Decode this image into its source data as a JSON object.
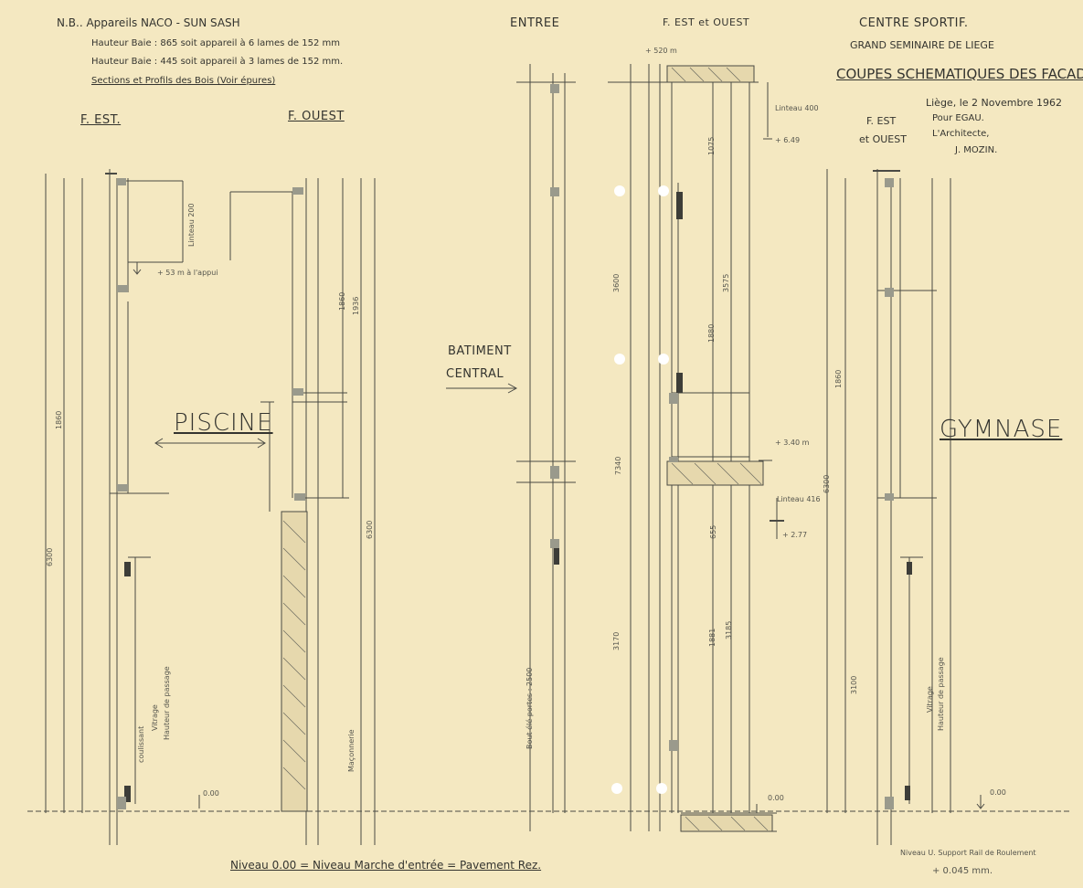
{
  "notes": {
    "nb_title": "N.B.. Appareils NACO - SUN SASH",
    "line1": "Hauteur Baie : 865 soit appareil à 6 lames de 152 mm",
    "line2": "Hauteur Baie : 445 soit appareil à 3 lames de 152 mm.",
    "line3": "Sections et Profils des Bois (Voir épures)"
  },
  "title_block": {
    "project_line1": "CENTRE SPORTIF.",
    "project_line2": "GRAND SEMINAIRE DE LIEGE",
    "drawing_title": "COUPES SCHEMATIQUES DES FACADES",
    "date": "Liège, le 2 Novembre 1962",
    "for": "Pour EGAU.",
    "role": "L'Architecte,",
    "architect": "J. MOZIN."
  },
  "section_headings": {
    "f_est": "F. EST.",
    "f_ouest": "F. OUEST",
    "entree": "ENTREE",
    "f_est_ouest_center": "F. EST et OUEST",
    "f_est_ouest_right_1": "F. EST",
    "f_est_ouest_right_2": "et OUEST"
  },
  "rooms": {
    "piscine": "PISCINE",
    "gymnase": "GYMNASE",
    "batiment_1": "BATIMENT",
    "batiment_2": "CENTRAL"
  },
  "levels": {
    "plus_520": "+ 520 m",
    "plus_649": "+ 6.49",
    "plus_340": "+ 3.40 m",
    "plus_277": "+ 2.77",
    "plus_53": "+ 53 m à l'appui",
    "zero_center": "0.00",
    "zero_right": "0.00",
    "zero_left": "0.00"
  },
  "dimensions": {
    "d6300_left": "6300",
    "d6300_ouest": "6300",
    "d6300_right": "6300",
    "d7340": "7340",
    "d3600": "3600",
    "d3170": "3170",
    "d3100": "3100",
    "d1860": "1860",
    "d1936": "1936",
    "d1075": "1075",
    "d3575": "3575",
    "d1880": "1880",
    "d655": "655",
    "d1881": "1881",
    "d3185": "3185",
    "d1860_left": "1860",
    "d1860_right": "1860",
    "d2500": "Bout élé portes : 2500",
    "lintel1": "Linteau 200",
    "lintel2": "Linteau 400",
    "lintel3": "Linteau 416"
  },
  "vertical_labels": {
    "maconnerie": "Maçonnerie",
    "vitrage": "Vitrage",
    "hauteur_passage": "Hauteur de passage",
    "coulissant": "coulissant",
    "vitrage_right": "Vitrage",
    "passage_right": "Hauteur de passage"
  },
  "footer": {
    "niveau": "Niveau 0.00 = Niveau Marche d'entrée = Pavement Rez.",
    "support_note": "Niveau U. Support Rail de Roulement",
    "support_value": "+ 0.045 mm."
  }
}
